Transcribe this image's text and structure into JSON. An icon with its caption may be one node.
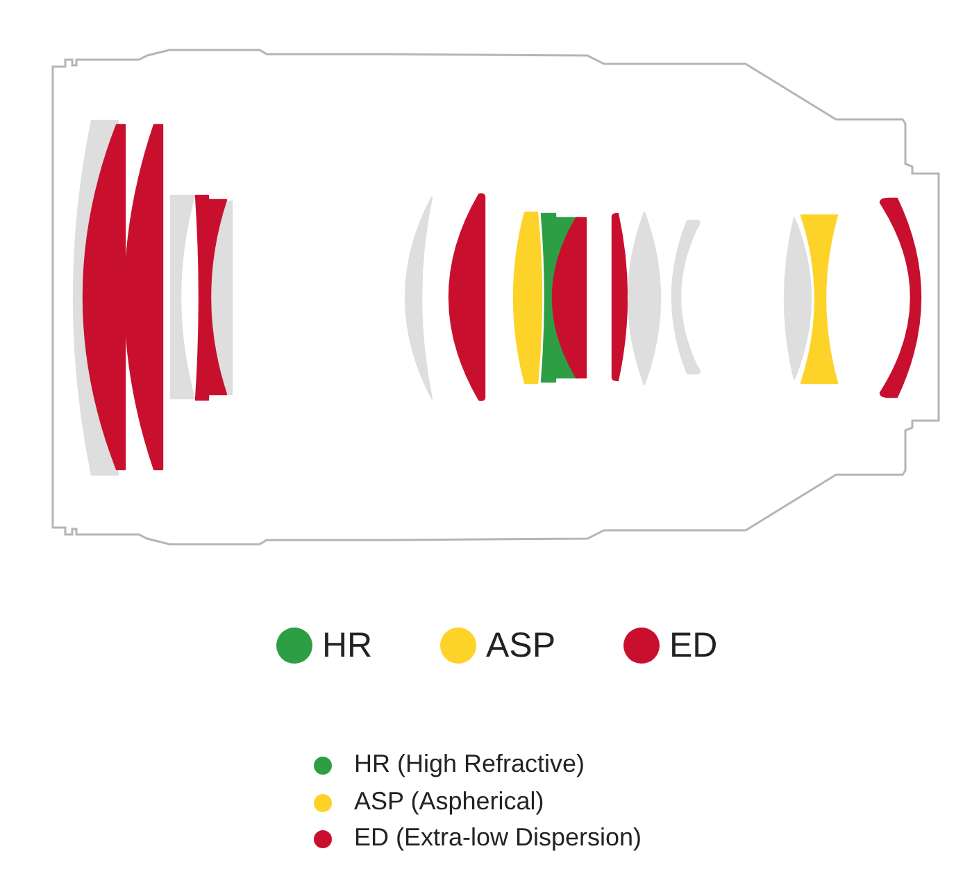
{
  "diagram": {
    "legend": [
      {
        "text": "HR",
        "color": "#2e9e44"
      },
      {
        "text": "ASP",
        "color": "#fdd32a"
      },
      {
        "text": "ED",
        "color": "#c8102e"
      },
      {
        "text": "HR (High Refractive)",
        "color": "#2e9e44"
      },
      {
        "text": "ASP (Aspherical)",
        "color": "#fdd32a"
      },
      {
        "text": "ED (Extra-low Dispersion)",
        "color": "#c8102e"
      }
    ]
  }
}
